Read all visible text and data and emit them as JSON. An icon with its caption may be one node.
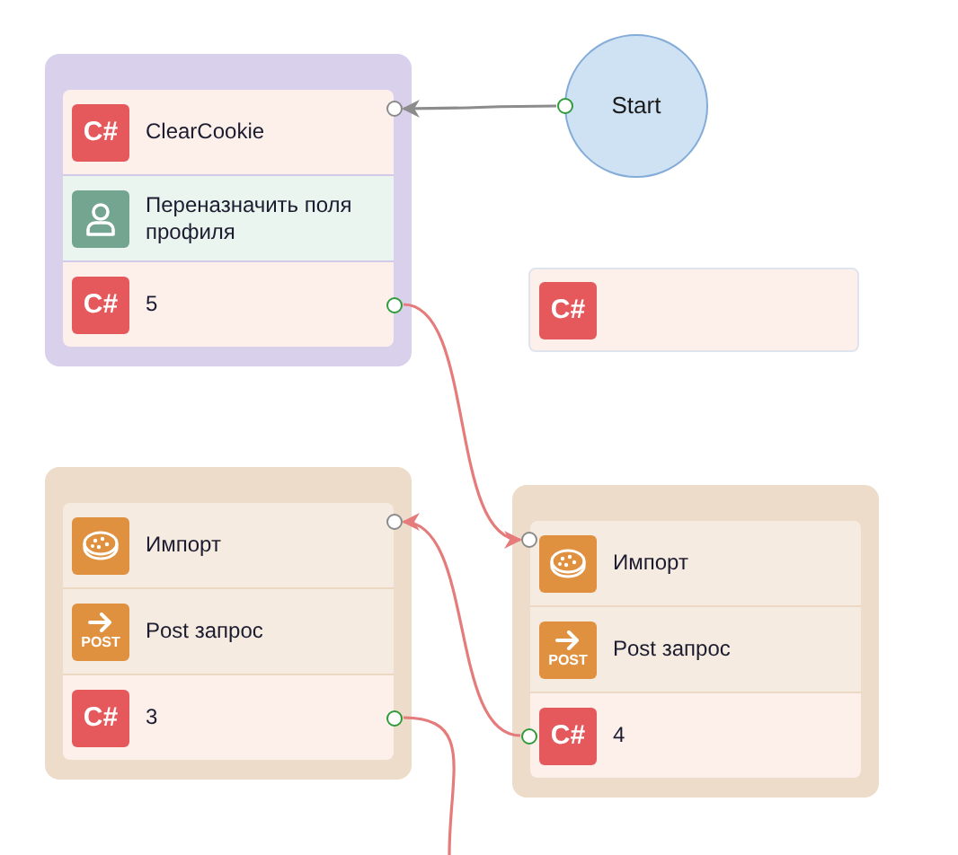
{
  "diagram": {
    "nodes": [
      {
        "text": [],
        "shape": "box"
      },
      {
        "text": [
          "C#",
          "ClearCookie"
        ],
        "in": 0
      },
      {
        "text": [
          "Переназначить поля профиля"
        ],
        "in": 0
      },
      {
        "text": [
          "C#",
          "5"
        ],
        "in": 0
      },
      {
        "text": [
          "Start"
        ]
      },
      {
        "text": [
          "C#"
        ]
      },
      {
        "text": [],
        "shape": "box"
      },
      {
        "text": [
          "Импорт"
        ],
        "in": 6
      },
      {
        "text": [
          "POST",
          "Post запрос"
        ],
        "in": 6
      },
      {
        "text": [
          "C#",
          "3"
        ],
        "in": 6
      },
      {
        "text": [],
        "shape": "box"
      },
      {
        "text": [
          "Импорт"
        ],
        "in": 10
      },
      {
        "text": [
          "POST",
          "Post запрос"
        ],
        "in": 10
      },
      {
        "text": [
          "C#",
          "4"
        ],
        "in": 10
      }
    ],
    "edges": [
      {
        "from": 4,
        "to": 1,
        "arrow": "to",
        "color": "#8c8c8c"
      },
      {
        "from": 3,
        "to": 11,
        "arrow": "to"
      },
      {
        "from": 13,
        "to": 7,
        "arrow": "to"
      },
      {
        "from": 9,
        "to": null,
        "arrow": "none"
      }
    ]
  }
}
